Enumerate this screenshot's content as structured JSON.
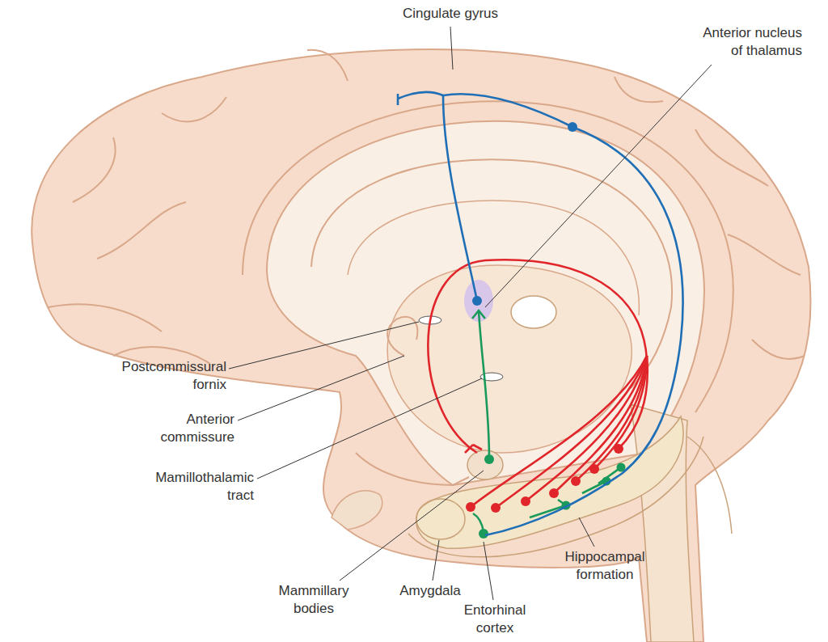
{
  "diagram": {
    "labels": [
      "Cingulate gyrus",
      "Anterior nucleus of thalamus",
      "Postcommissural fornix",
      "Anterior commissure",
      "Mamillothalamic tract",
      "Mammillary bodies",
      "Amygdala",
      "Entorhinal cortex",
      "Hippocampal formation"
    ]
  }
}
